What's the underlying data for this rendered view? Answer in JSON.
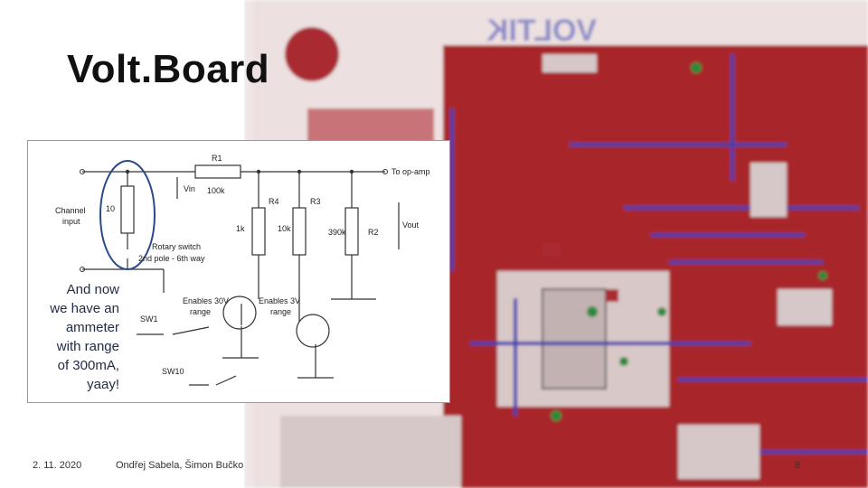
{
  "slide": {
    "title": "Volt.Board",
    "caption_lines": [
      "And now",
      "we have an",
      "ammeter",
      "with range",
      "of 300mA,",
      "yaay!"
    ],
    "footer": {
      "date": "2. 11. 2020",
      "authors": "Ondřej Sabela, Šimon Bučko",
      "page": "8"
    }
  },
  "schematic": {
    "labels": {
      "r1": "R1",
      "r1_value": "100k",
      "vin": "Vin",
      "to_opamp": "To op-amp",
      "channel": "Channel",
      "input": "input",
      "ten": "10",
      "r4": "R4",
      "r3": "R3",
      "r4_value": "1k",
      "r3_value": "10k",
      "r2": "R2",
      "r2_value": "390k",
      "vout": "Vout",
      "rotary1": "Rotary switch",
      "rotary2": "2nd pole - 6th way",
      "en30_1": "Enables 30V",
      "en30_2": "range",
      "en3_1": "Enables 3V",
      "en3_2": "range",
      "sw1": "SW1",
      "sw10": "SW10"
    }
  },
  "background": {
    "pcb_text": "VOLTIK",
    "colors": {
      "copper": "#a8262c",
      "trace": "#3c3fae",
      "board": "#e8dcdc"
    }
  }
}
